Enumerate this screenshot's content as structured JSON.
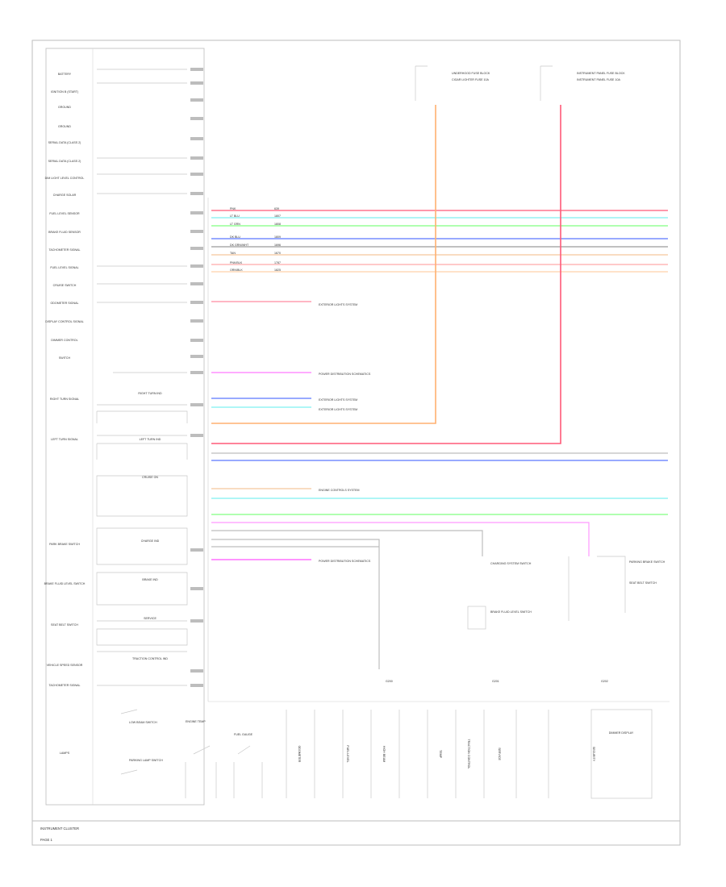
{
  "footer": {
    "caption": "INSTRUMENT CLUSTER",
    "page": "PAGE 1"
  },
  "cluster_labels": [
    "BATTERY",
    "IGNITION B (START)",
    "GROUND",
    "GROUND",
    "SERIAL DATA (CLASS 2)",
    "SERIAL DATA (CLASS 2)",
    "DIM LIGHT LEVEL CONTROL",
    "CHARGE SOLAR",
    "FUEL LEVEL SENSOR",
    "BRAKE FLUID SENSOR",
    "TACHOMETER SIGNAL",
    "FUEL LEVEL SIGNAL",
    "CRUISE SWITCH",
    "ODOMETER SIGNAL",
    "DISPLAY CONTROL SIGNAL",
    "DIMMER CONTROL",
    "SWITCH",
    "RIGHT TURN SIGNAL",
    "LEFT TURN SIGNAL",
    "PARK BRAKE SWITCH",
    "BRAKE FLUID LEVEL SWITCH",
    "SEAT BELT SWITCH",
    "VEHICLE SPEED SENSOR",
    "TACHOMETER SIGNAL",
    "LAMPS"
  ],
  "wires": [
    {
      "color_name": "PNK",
      "code": "639",
      "hex": "#ff5a78"
    },
    {
      "color_name": "LT BLU",
      "code": "1807",
      "hex": "#7ff0f0"
    },
    {
      "color_name": "LT GRN",
      "code": "1808",
      "hex": "#80ff80"
    },
    {
      "color_name": "DK BLU",
      "code": "1809",
      "hex": "#5a78ff"
    },
    {
      "color_name": "DK GRN/WHT",
      "code": "1696",
      "hex": "#7f7f7f"
    },
    {
      "color_name": "TAN",
      "code": "1670",
      "hex": "#f5c89c"
    },
    {
      "color_name": "PNK/BLK",
      "code": "1787",
      "hex": "#ffaaaa"
    },
    {
      "color_name": "ORN/BLK",
      "code": "1825",
      "hex": "#ffc89c"
    }
  ],
  "internal_labels": [
    "RIGHT TURN IND",
    "LEFT TURN IND",
    "CRUISE ON",
    "CHARGE IND",
    "BRAKE IND",
    "SERVICE",
    "TRACTION CONTROL IND"
  ],
  "destinations": [
    "EXTERIOR LIGHTS SYSTEM",
    "POWER DISTRIBUTION SCHEMATICS",
    "EXTERIOR LIGHTS SYSTEM",
    "EXTERIOR LIGHTS SYSTEM",
    "ENGINE CONTROLS SYSTEM",
    "POWER DISTRIBUTION SCHEMATICS"
  ],
  "fuse_boxes": [
    {
      "title": "UNDERHOOD FUSE BLOCK",
      "text": "CIGAR LIGHTER FUSE 10A"
    },
    {
      "title": "INSTRUMENT PANEL FUSE BLOCK",
      "text": "INSTRUMENT PANEL FUSE 10A"
    }
  ],
  "switches": [
    {
      "title": "CHARGING SYSTEM SWITCH",
      "text": "BRAKE FLUID LEVEL SWITCH"
    },
    {
      "title": "PARKING BRAKE SWITCH",
      "text": "SEAT BELT SWITCH"
    }
  ],
  "grounds": [
    "G200",
    "G201",
    "G202"
  ],
  "lamps": [
    "ODOMETER",
    "FUEL LEVEL",
    "HIGH BEAM",
    "TEMP",
    "TRACTION CONTROL",
    "SERVICE",
    "SECURITY"
  ],
  "bottom_labels": [
    "LOW BEAM SWITCH",
    "PARKING LAMP SWITCH",
    "ENGINE TEMP",
    "FUEL GAUGE",
    "DIMMER DISPLAY"
  ]
}
